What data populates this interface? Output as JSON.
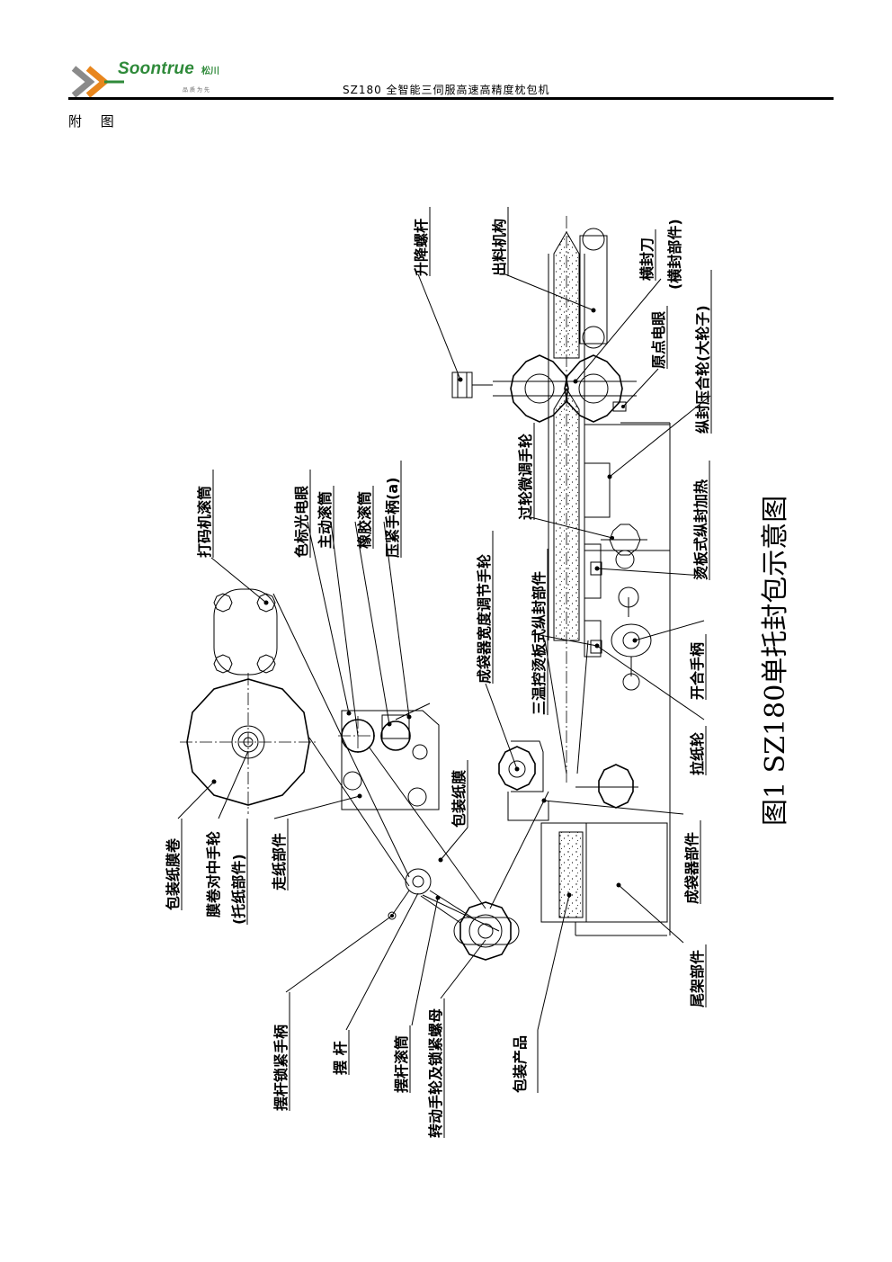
{
  "header": {
    "logo_brand": "Soontrue",
    "logo_cn": "松川",
    "logo_sub": "品质为先",
    "doc_title": "SZ180 全智能三伺服高速高精度枕包机",
    "appendix_label": "附 图"
  },
  "colors": {
    "logo_green": "#2f8a3a",
    "logo_orange": "#e8861d",
    "logo_grey": "#8a8a8a"
  },
  "diagram": {
    "caption": "图1 SZ180单托封包示意图",
    "labels": {
      "lift_screw": "升降螺杆",
      "discharge": "出料机构",
      "cross_knife": "横封刀",
      "cross_seal_part": "(横封部件)",
      "origin_eye": "原点电眼",
      "long_seal_wheel": "纵封压合轮(大轮子)",
      "crossover_wheel": "过轮微调手轮",
      "hot_plate_long_seal": "烫板式纵封加热",
      "former_width_wheel": "成袋器宽度调节手轮",
      "three_temp_long_seal": "三温控烫板式纵封部件",
      "open_close_handle": "开合手柄",
      "pull_paper_wheel": "拉纸轮",
      "former_part": "成袋器部件",
      "tail_frame": "尾架部件",
      "packed_product": "包装产品",
      "coding_roller": "打码机滚筒",
      "color_eye": "色标光电眼",
      "drive_roller": "主动滚筒",
      "rubber_roller": "橡胶滚筒",
      "press_handle": "压紧手柄(a)",
      "wrapping_film": "包装纸膜",
      "film_roll": "包装纸膜卷",
      "centering_wheel": "膜卷对中手轮",
      "holder_part": "(托纸部件)",
      "paper_feed_part": "走纸部件",
      "swing_lock_handle": "摆杆锁紧手柄",
      "swing_rod": "摆 杆",
      "swing_roller": "摆杆滚筒",
      "turn_wheel_nut": "转动手轮及锁紧螺母"
    }
  }
}
